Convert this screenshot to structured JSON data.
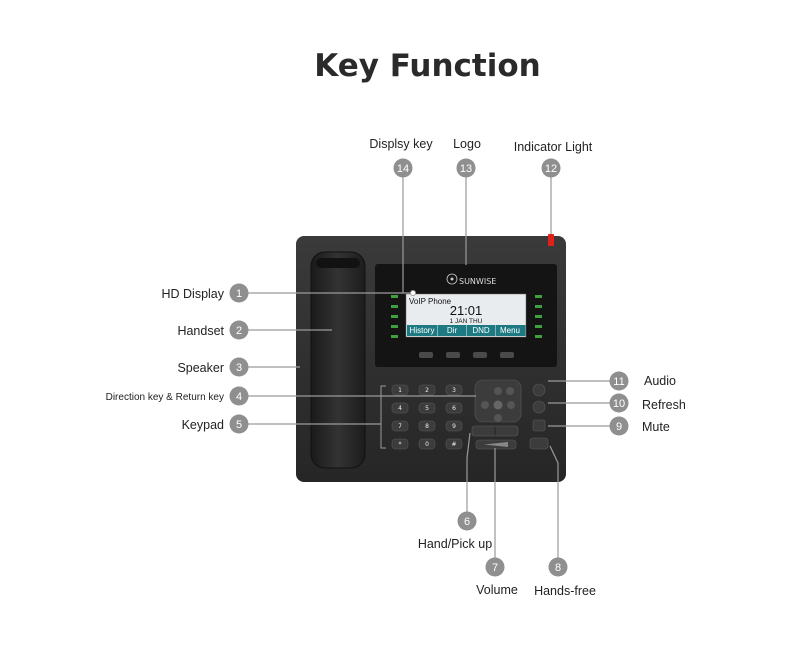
{
  "title": "Key Function",
  "screen": {
    "header": "VoIP Phone",
    "time": "21:01",
    "date": "1 JAN THU",
    "softkeys": [
      "History",
      "Dir",
      "DND",
      "Menu"
    ]
  },
  "logo_text": "SUNWISE",
  "callouts": [
    {
      "num": "1",
      "label": "HD Display"
    },
    {
      "num": "2",
      "label": "Handset"
    },
    {
      "num": "3",
      "label": "Speaker"
    },
    {
      "num": "4",
      "label": "Direction key & Return key"
    },
    {
      "num": "5",
      "label": "Keypad"
    },
    {
      "num": "6",
      "label": "Hand/Pick up"
    },
    {
      "num": "7",
      "label": "Volume"
    },
    {
      "num": "8",
      "label": "Hands-free"
    },
    {
      "num": "9",
      "label": "Mute"
    },
    {
      "num": "10",
      "label": "Refresh"
    },
    {
      "num": "11",
      "label": "Audio"
    },
    {
      "num": "12",
      "label": "Indicator Light"
    },
    {
      "num": "13",
      "label": "Logo"
    },
    {
      "num": "14",
      "label": "Displsy key"
    }
  ],
  "keypad": [
    "1",
    "2",
    "3",
    "4",
    "5",
    "6",
    "7",
    "8",
    "9",
    "*",
    "0",
    "#"
  ],
  "colors": {
    "body": "#2b2b2b",
    "badge": "#8f8f8f",
    "line": "#9a9a9a",
    "indicator": "#e0201a",
    "screen": "#e9ecef",
    "softkey": "#1e7a82"
  }
}
